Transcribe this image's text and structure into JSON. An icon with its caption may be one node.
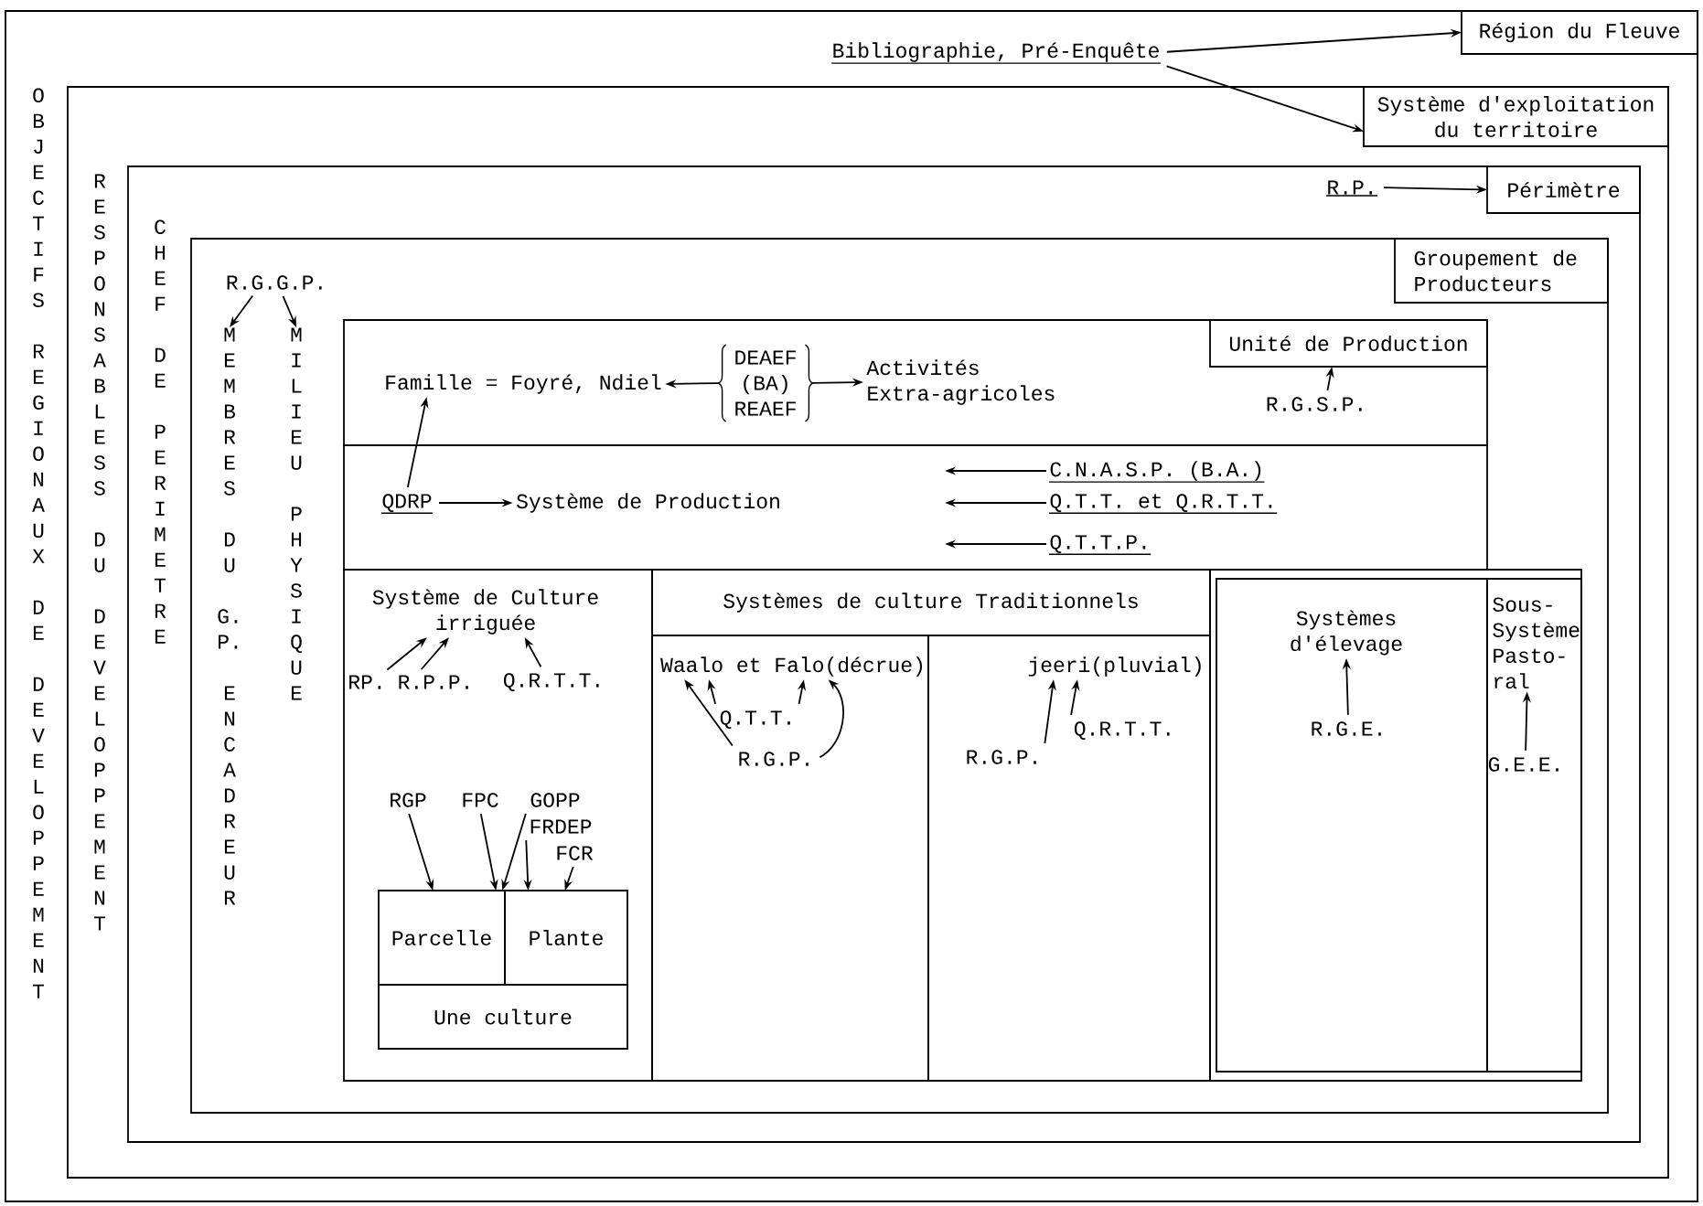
{
  "diagram": {
    "nodes": [
      {
        "text": [
          "OBJECTIFS REGIONAUX DE DEVELOPPEMENT"
        ]
      },
      {
        "text": [
          "Région du Fleuve"
        ],
        "in": 0
      },
      {
        "text": [
          "Bibliographie, Pré-Enquête"
        ],
        "in": 0
      },
      {
        "text": [
          "RESPONSABLESS DU DEVELOPPEMENT"
        ],
        "in": 0
      },
      {
        "text": [
          "Système d'exploitation du territoire"
        ],
        "in": 3
      },
      {
        "text": [
          "CHEF DE PERIMETRE"
        ],
        "in": 3
      },
      {
        "text": [
          "Périmètre"
        ],
        "in": 5
      },
      {
        "text": [
          "R.P."
        ],
        "in": 5
      },
      {
        "text": [],
        "shape": "box",
        "in": 5
      },
      {
        "text": [
          "Groupement de Producteurs"
        ],
        "in": 8
      },
      {
        "text": [
          "R.G.G.P."
        ],
        "in": 8
      },
      {
        "text": [
          "MEMBRES DU G.P. ENCADREUR"
        ],
        "in": 8
      },
      {
        "text": [
          "MILIEU PHYSIQUE"
        ],
        "in": 8
      },
      {
        "text": [],
        "shape": "box",
        "in": 8
      },
      {
        "text": [
          "Unité de Production"
        ],
        "in": 13
      },
      {
        "text": [
          "Famille = Foyré, Ndiel"
        ],
        "in": 13
      },
      {
        "text": [
          "DEAEF (BA) REAEF"
        ],
        "in": 13
      },
      {
        "text": [
          "Activités Extra-agricoles"
        ],
        "in": 13
      },
      {
        "text": [
          "R.G.S.P."
        ],
        "in": 13
      },
      {
        "text": [],
        "shape": "box",
        "in": 8
      },
      {
        "text": [
          "QDRP"
        ],
        "in": 19
      },
      {
        "text": [
          "Système de Production"
        ],
        "in": 19
      },
      {
        "text": [
          "C.N.A.S.P. (B.A.)"
        ],
        "in": 19
      },
      {
        "text": [
          "Q.T.T. et Q.R.T.T."
        ],
        "in": 19
      },
      {
        "text": [
          "Q.T.T.P."
        ],
        "in": 19
      },
      {
        "text": [],
        "shape": "box",
        "in": 8
      },
      {
        "text": [
          "Système de Culture irriguée"
        ],
        "in": 25
      },
      {
        "text": [
          "RP."
        ],
        "in": 25
      },
      {
        "text": [
          "R.P.P."
        ],
        "in": 25
      },
      {
        "text": [
          "Q.R.T.T."
        ],
        "in": 25
      },
      {
        "text": [
          "RGP"
        ],
        "in": 25
      },
      {
        "text": [
          "FPC"
        ],
        "in": 25
      },
      {
        "text": [
          "GOPP"
        ],
        "in": 25
      },
      {
        "text": [
          "FRDEP"
        ],
        "in": 25
      },
      {
        "text": [
          "FCR"
        ],
        "in": 25
      },
      {
        "text": [
          "Parcelle"
        ],
        "in": 25
      },
      {
        "text": [
          "Plante"
        ],
        "in": 25
      },
      {
        "text": [
          "Une culture"
        ],
        "in": 25
      },
      {
        "text": [
          "Systèmes de culture Traditionnels"
        ],
        "in": 8
      },
      {
        "text": [],
        "shape": "box",
        "in": 8
      },
      {
        "text": [
          "Waalo et Falo(décrue)"
        ],
        "in": 39
      },
      {
        "text": [
          "Q.T.T."
        ],
        "in": 39
      },
      {
        "text": [
          "R.G.P."
        ],
        "in": 39
      },
      {
        "text": [],
        "shape": "box",
        "in": 8
      },
      {
        "text": [
          "jeeri(pluvial)"
        ],
        "in": 43
      },
      {
        "text": [
          "R.G.P."
        ],
        "in": 43
      },
      {
        "text": [
          "Q.R.T.T."
        ],
        "in": 43
      },
      {
        "text": [],
        "shape": "box",
        "in": 8
      },
      {
        "text": [
          "Systèmes d'élevage"
        ],
        "in": 47
      },
      {
        "text": [
          "R.G.E."
        ],
        "in": 47
      },
      {
        "text": [],
        "shape": "box",
        "in": 8
      },
      {
        "text": [
          "Sous- Système Pasto- ral"
        ],
        "in": 50
      },
      {
        "text": [
          "G.E.E."
        ],
        "in": 50
      }
    ],
    "edges": [
      {
        "from": 2,
        "to": 1,
        "arrow": "to"
      },
      {
        "from": 2,
        "to": 4,
        "arrow": "to"
      },
      {
        "from": 7,
        "to": 6,
        "arrow": "to"
      },
      {
        "from": 10,
        "to": 11,
        "arrow": "to"
      },
      {
        "from": 10,
        "to": 12,
        "arrow": "to"
      },
      {
        "from": 16,
        "to": 15,
        "arrow": "to"
      },
      {
        "from": 16,
        "to": 17,
        "arrow": "to"
      },
      {
        "from": 18,
        "to": 14,
        "arrow": "to"
      },
      {
        "from": 20,
        "to": 15,
        "arrow": "to"
      },
      {
        "from": 20,
        "to": 21,
        "arrow": "to"
      },
      {
        "from": 22,
        "to": null,
        "arrow": "to"
      },
      {
        "from": 23,
        "to": null,
        "arrow": "to"
      },
      {
        "from": 24,
        "to": null,
        "arrow": "to"
      },
      {
        "from": 27,
        "to": 26,
        "arrow": "to"
      },
      {
        "from": 28,
        "to": 26,
        "arrow": "to"
      },
      {
        "from": 29,
        "to": 26,
        "arrow": "to"
      },
      {
        "from": 30,
        "to": 35,
        "arrow": "to"
      },
      {
        "from": 31,
        "to": 35,
        "arrow": "to"
      },
      {
        "from": 32,
        "to": 35,
        "arrow": "to"
      },
      {
        "from": 33,
        "to": 36,
        "arrow": "to"
      },
      {
        "from": 34,
        "to": 36,
        "arrow": "to"
      },
      {
        "from": 42,
        "to": 40,
        "arrow": "to"
      },
      {
        "from": 41,
        "to": 40,
        "arrow": "to"
      },
      {
        "from": 41,
        "to": 40,
        "arrow": "to"
      },
      {
        "from": 42,
        "to": 40,
        "arrow": "to"
      },
      {
        "from": 45,
        "to": 44,
        "arrow": "to"
      },
      {
        "from": 46,
        "to": 44,
        "arrow": "to"
      },
      {
        "from": 49,
        "to": 48,
        "arrow": "to"
      },
      {
        "from": 52,
        "to": 51,
        "arrow": "to"
      }
    ]
  }
}
